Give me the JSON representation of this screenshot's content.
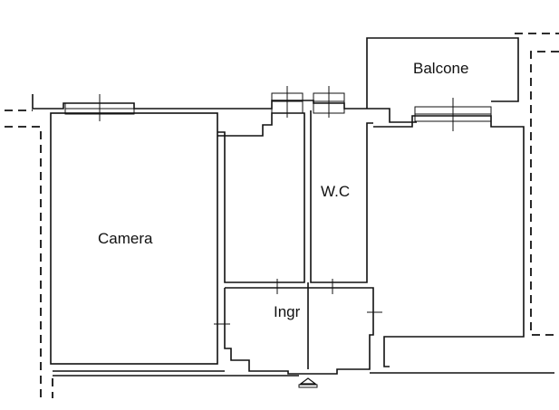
{
  "plan": {
    "rooms": {
      "camera": "Camera",
      "wc": "W.C",
      "balcone": "Balcone",
      "ingresso": "Ingr"
    }
  }
}
